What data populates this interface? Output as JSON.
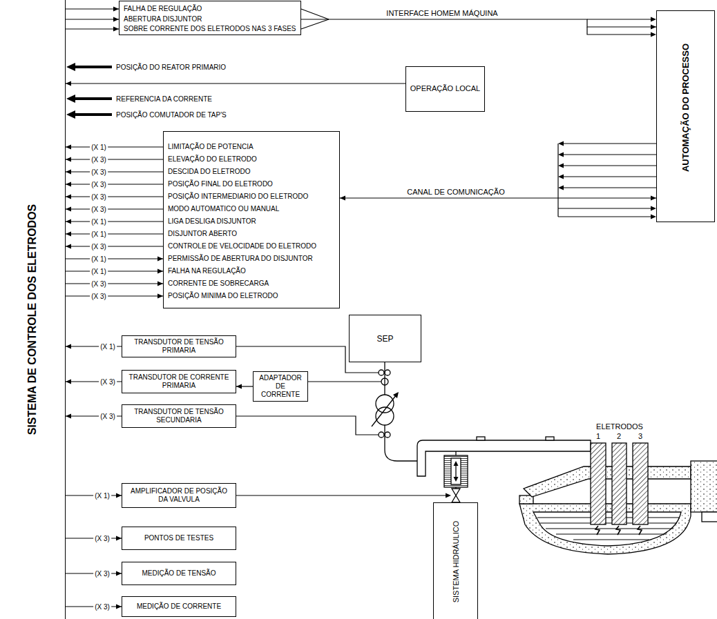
{
  "diagram": {
    "nodes": [
      {
        "text": [
          "SISTEMA DE CONTROLE DOS ELETRODOS"
        ]
      },
      {
        "text": [
          "FALHA DE REGULAÇÃO",
          "ABERTURA DISJUNTOR",
          "SOBRE CORRENTE DOS ELETRODOS NAS 3 FASES"
        ]
      },
      {
        "text": [
          "OPERAÇÃO LOCAL"
        ]
      },
      {
        "text": [
          "AUTOMAÇÃO DO PROCESSO"
        ]
      },
      {
        "text": [
          "LIMITAÇÃO DE POTENCIA",
          "ELEVAÇÃO DO ELETRODO",
          "DESCIDA DO ELETRODO",
          "POSIÇÃO FINAL DO ELETRODO",
          "POSIÇÃO INTERMEDIARIO DO ELETRODO",
          "MODO AUTOMATICO OU MANUAL",
          "LIGA DESLIGA DISJUNTOR",
          "DISJUNTOR ABERTO",
          "CONTROLE DE VELOCIDADE DO ELETRODO",
          "PERMISSÃO DE ABERTURA DO DISJUNTOR",
          "FALHA NA REGULAÇÃO",
          "CORRENTE DE SOBRECARGA",
          "POSIÇÃO MINIMA DO ELETRODO"
        ]
      },
      {
        "text": [
          "SEP"
        ]
      },
      {
        "text": [
          "TRANSDUTOR DE TENSÃO PRIMARIA"
        ]
      },
      {
        "text": [
          "TRANSDUTOR DE CORRENTE PRIMARIA"
        ]
      },
      {
        "text": [
          "ADAPTADOR DE CORRENTE"
        ]
      },
      {
        "text": [
          "TRANSDUTOR DE TENSÃO SECUNDARIA"
        ]
      },
      {
        "text": [
          "AMPLIFICADOR DE POSIÇÃO DA VALVULA"
        ]
      },
      {
        "text": [
          "PONTOS DE TESTES"
        ]
      },
      {
        "text": [
          "MEDIÇÃO DE TENSÃO"
        ]
      },
      {
        "text": [
          "MEDIÇÃO DE CORRENTE"
        ]
      },
      {
        "text": [
          "SISTEMA HIDRÁULICO"
        ]
      }
    ],
    "edges": [
      {
        "from": 0,
        "to": 1,
        "arrow": "to"
      },
      {
        "from": 0,
        "to": 1,
        "arrow": "to"
      },
      {
        "from": 0,
        "to": 1,
        "arrow": "to"
      },
      {
        "from": 1,
        "to": 3,
        "label": "INTERFACE HOMEM MÁQUINA",
        "arrow": "to"
      },
      {
        "from": 2,
        "to": 0,
        "arrow": "to"
      },
      {
        "from": 4,
        "to": 0,
        "label": "(X 1)",
        "arrow": "to"
      },
      {
        "from": 4,
        "to": 0,
        "label": "(X 3)",
        "arrow": "to"
      },
      {
        "from": 4,
        "to": 0,
        "label": "(X 3)",
        "arrow": "to"
      },
      {
        "from": 4,
        "to": 0,
        "label": "(X 3)",
        "arrow": "to"
      },
      {
        "from": 4,
        "to": 0,
        "label": "(X 3)",
        "arrow": "to"
      },
      {
        "from": 4,
        "to": 0,
        "label": "(X 3)",
        "arrow": "to"
      },
      {
        "from": 4,
        "to": 0,
        "label": "(X 1)",
        "arrow": "to"
      },
      {
        "from": 4,
        "to": 0,
        "label": "(X 1)",
        "arrow": "to"
      },
      {
        "from": 4,
        "to": 0,
        "label": "(X 3)",
        "arrow": "to"
      },
      {
        "from": 0,
        "to": 4,
        "label": "(X 1)",
        "arrow": "to"
      },
      {
        "from": 0,
        "to": 4,
        "label": "(X 1)",
        "arrow": "to"
      },
      {
        "from": 0,
        "to": 4,
        "label": "(X 3)",
        "arrow": "to"
      },
      {
        "from": 0,
        "to": 4,
        "label": "(X 3)",
        "arrow": "to"
      },
      {
        "from": 4,
        "to": 3,
        "label": "CANAL DE COMUNICAÇÃO",
        "arrow": "both"
      },
      {
        "from": 6,
        "to": 0,
        "label": "(X 1)",
        "arrow": "to"
      },
      {
        "from": 7,
        "to": 0,
        "label": "(X 3)",
        "arrow": "to"
      },
      {
        "from": 8,
        "to": 7,
        "arrow": "to"
      },
      {
        "from": 9,
        "to": 0,
        "label": "(X 3)",
        "arrow": "to"
      },
      {
        "from": 0,
        "to": 10,
        "label": "(X 1)",
        "arrow": "to"
      },
      {
        "from": 0,
        "to": 11,
        "label": "(X 3)",
        "arrow": "to"
      },
      {
        "from": 0,
        "to": 12,
        "label": "(X 3)",
        "arrow": "to"
      },
      {
        "from": 0,
        "to": 13,
        "label": "(X 3)",
        "arrow": "to"
      }
    ],
    "labels": [
      "POSIÇÃO DO REATOR PRIMARIO",
      "REFERENCIA DA CORRENTE",
      "POSIÇÃO COMUTADOR DE TAP'S",
      "ELETRODOS",
      "1",
      "2",
      "3"
    ]
  }
}
